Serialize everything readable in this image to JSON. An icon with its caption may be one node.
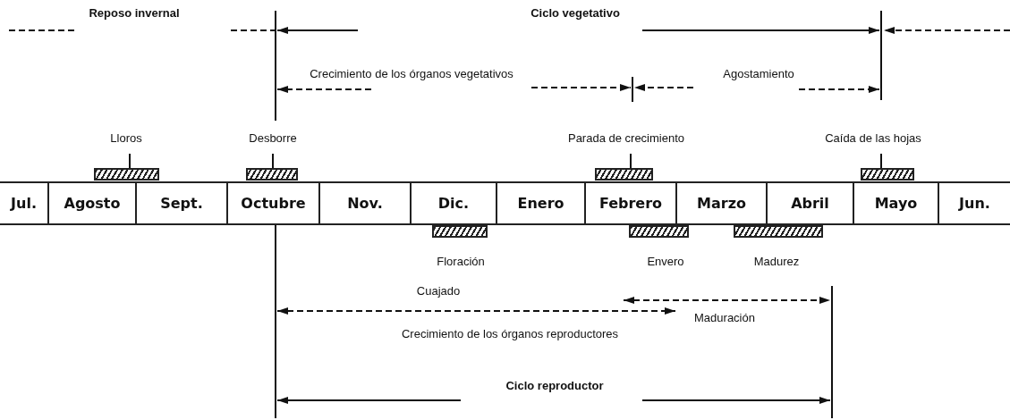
{
  "diagram": {
    "nodes": [
      {
        "text": [
          "Jul."
        ]
      },
      {
        "text": [
          "Agosto"
        ]
      },
      {
        "text": [
          "Sept."
        ]
      },
      {
        "text": [
          "Octubre"
        ]
      },
      {
        "text": [
          "Nov."
        ]
      },
      {
        "text": [
          "Dic."
        ]
      },
      {
        "text": [
          "Enero"
        ]
      },
      {
        "text": [
          "Febrero"
        ]
      },
      {
        "text": [
          "Marzo"
        ]
      },
      {
        "text": [
          "Abril"
        ]
      },
      {
        "text": [
          "Mayo"
        ]
      },
      {
        "text": [
          "Jun."
        ]
      },
      {
        "text": [],
        "shape": "bar",
        "beside": [
          "Lloros"
        ]
      },
      {
        "text": [],
        "shape": "bar",
        "beside": [
          "Desborre"
        ]
      },
      {
        "text": [],
        "shape": "bar",
        "beside": [
          "Parada de crecimiento"
        ]
      },
      {
        "text": [],
        "shape": "bar",
        "beside": [
          "Caída de las hojas"
        ]
      },
      {
        "text": [],
        "shape": "bar",
        "beside": [
          "Floración"
        ]
      },
      {
        "text": [],
        "shape": "bar",
        "beside": [
          "Envero"
        ]
      },
      {
        "text": [],
        "shape": "bar",
        "beside": [
          "Madurez"
        ]
      }
    ],
    "labels": [
      "Reposo invernal",
      "Ciclo vegetativo",
      "Crecimiento de los órganos vegetativos",
      "Agostamiento",
      "Cuajado",
      "Maduración",
      "Crecimiento de los órganos reproductores",
      "Ciclo reproductor"
    ]
  }
}
